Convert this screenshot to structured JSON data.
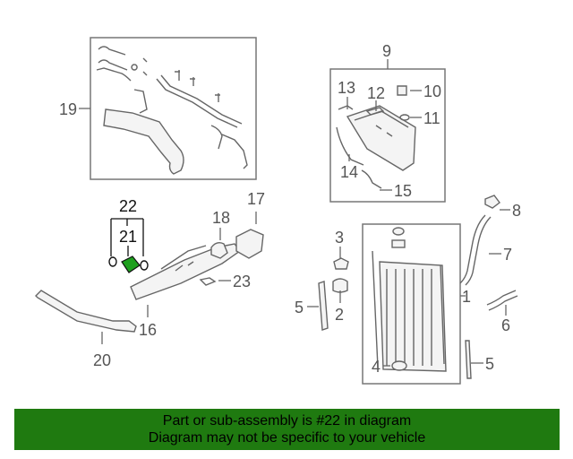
{
  "callouts": {
    "c1": "1",
    "c2": "2",
    "c3": "3",
    "c4": "4",
    "c5a": "5",
    "c5b": "5",
    "c6": "6",
    "c7": "7",
    "c8": "8",
    "c9": "9",
    "c10": "10",
    "c11": "11",
    "c12": "12",
    "c13": "13",
    "c14": "14",
    "c15": "15",
    "c16": "16",
    "c17": "17",
    "c18": "18",
    "c19": "19",
    "c20": "20",
    "c21": "21",
    "c22": "22",
    "c23": "23"
  },
  "highlight": {
    "part_number": "22",
    "color": "#1fa01f"
  },
  "banner": {
    "line1": "Part or sub-assembly is #22 in diagram",
    "line2": "Diagram may not be specific to your vehicle",
    "background": "#1f7a10"
  }
}
